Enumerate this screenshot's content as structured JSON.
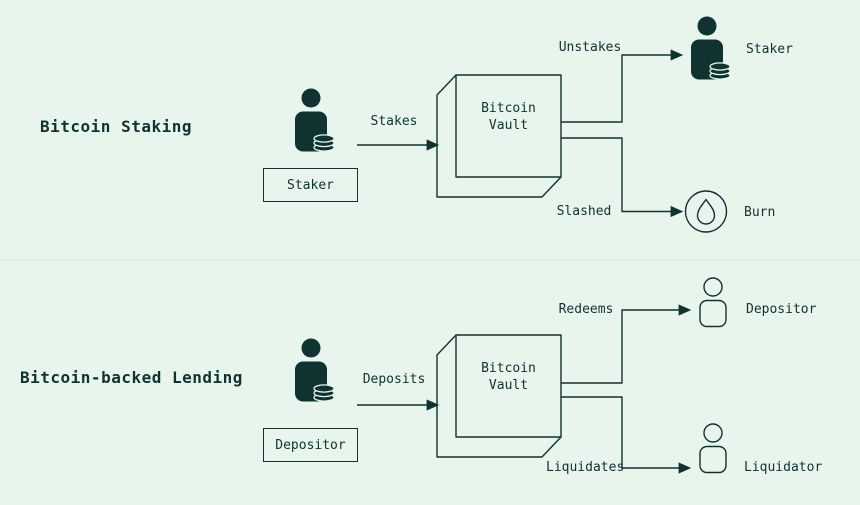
{
  "colors": {
    "background": "#e8f5ed",
    "ink": "#0e3331",
    "divider": "#dcefe3"
  },
  "sections": [
    {
      "title": "Bitcoin Staking",
      "actor_label": "Staker",
      "actor_icon": "person-with-coins",
      "flow_in_label": "Stakes",
      "vault": {
        "line1": "Bitcoin",
        "line2": "Vault",
        "icon": "3d-cube"
      },
      "outputs": [
        {
          "label": "Unstakes",
          "target_label": "Staker",
          "icon": "person-with-coins"
        },
        {
          "label": "Slashed",
          "target_label": "Burn",
          "icon": "flame-in-circle"
        }
      ]
    },
    {
      "title": "Bitcoin-backed Lending",
      "actor_label": "Depositor",
      "actor_icon": "person-with-coins",
      "flow_in_label": "Deposits",
      "vault": {
        "line1": "Bitcoin",
        "line2": "Vault",
        "icon": "3d-cube"
      },
      "outputs": [
        {
          "label": "Redeems",
          "target_label": "Depositor",
          "icon": "person-outline"
        },
        {
          "label": "Liquidates",
          "target_label": "Liquidator",
          "icon": "person-outline"
        }
      ]
    }
  ]
}
